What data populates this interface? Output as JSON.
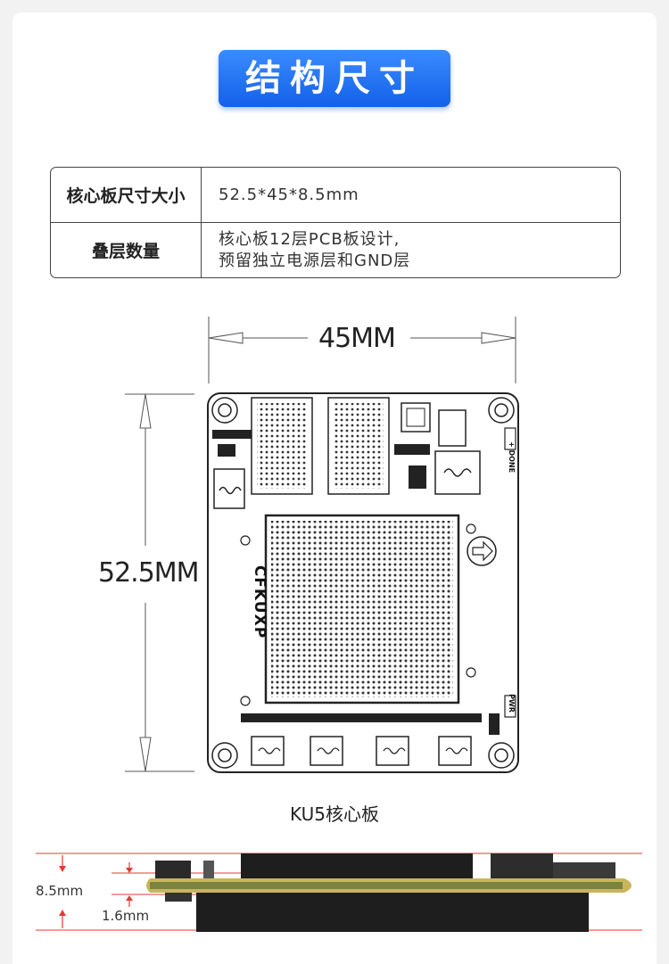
{
  "title": "结构尺寸",
  "specs": [
    {
      "label": "核心板尺寸大小",
      "value": "52.5*45*8.5mm"
    },
    {
      "label": "叠层数量",
      "value_line1": "核心板12层PCB板设计,",
      "value_line2": "预留独立电源层和GND层"
    }
  ],
  "dimensions": {
    "width": "45MM",
    "height": "52.5MM",
    "thickness": "8.5mm",
    "pcb": "1.6mm"
  },
  "board_labels": {
    "silk": "CFKUXP",
    "done": "+ DONE",
    "pwr": "PWR"
  },
  "caption": "KU5核心板",
  "colors": {
    "accent": "#1f6ff0",
    "dim_line": "#e53935",
    "pcb_edge": "#c9b65a"
  }
}
